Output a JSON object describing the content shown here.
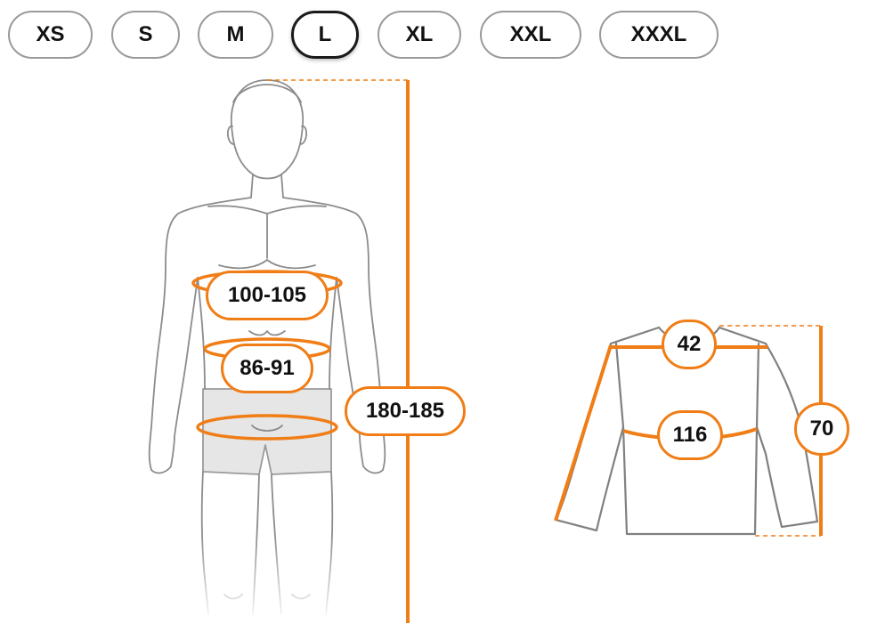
{
  "sizes": {
    "options": [
      "XS",
      "S",
      "M",
      "L",
      "XL",
      "XXL",
      "XXXL"
    ],
    "selected": "L"
  },
  "body_measurements": {
    "chest": "100-105",
    "waist": "86-91",
    "height": "180-185"
  },
  "garment_measurements": {
    "width": "42",
    "chest": "116",
    "length": "70"
  },
  "colors": {
    "accent": "#f07d16",
    "outline": "#8c8c8c",
    "selected_border": "#1a1a1a"
  }
}
